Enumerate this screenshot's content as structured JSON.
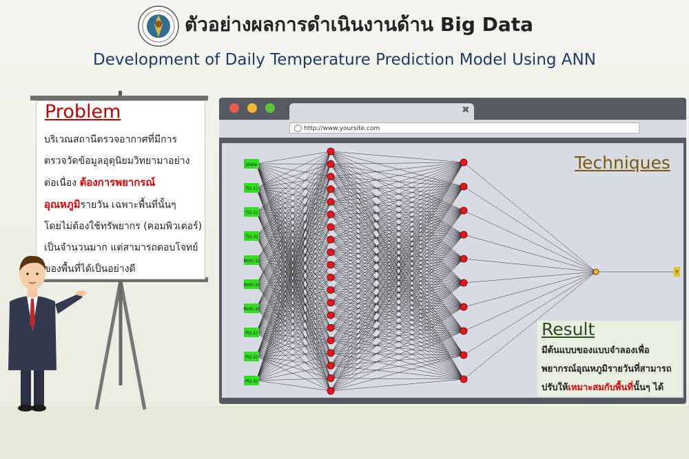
{
  "header": {
    "title_th": "ตัวอย่างผลการดำเนินงานด้าน Big Data",
    "title_en": "Development of Daily Temperature Prediction Model Using  ANN"
  },
  "problem": {
    "title": "Problem",
    "line1": "บริเวณสถานีตรวจอากาศที่มีการ",
    "line2": "ตรวจวัดข้อมูลอุตุนิยมวิทยามาอย่าง",
    "line3_a": "ต่อเนื่อง ",
    "line3_b": "ต้องการพยากรณ์",
    "line4_a": "อุณหภูมิ",
    "line4_b": "รายวัน เฉพาะพื้นที่นั้นๆ",
    "line5": "โดยไม่ต้องใช้ทรัพยากร (คอมพิวเตอร์)",
    "line6": "เป็นจำนวนมาก แต่สามารถตอบโจทย์",
    "line7": "ของพื้นที่ได้เป็นอย่างดี"
  },
  "browser": {
    "url": "http://www.yoursite.com",
    "tab_close": "✖",
    "dot_colors": [
      "#e55b4f",
      "#f2b731",
      "#5ec43a"
    ]
  },
  "diagram": {
    "techniques_label": "Techniques",
    "input_labels": [
      "Jdate",
      "T(t-1)",
      "T(t-2)",
      "T(t-3)",
      "RH(t-1)",
      "RH(t-2)",
      "RH(t-3)",
      "P(t-1)",
      "P(t-2)",
      "P(t-3)"
    ],
    "output_label": "T",
    "hidden1_count": 20,
    "hidden2_count": 10,
    "output_node_count": 1,
    "input_color": "#33dd22",
    "node_color": "#e8141e",
    "output_color": "#e8c11e"
  },
  "result": {
    "title": "Result",
    "line1": "มีต้นแบบของแบบจำลองเพื่อ",
    "line2": "พยากรณ์อุณหภูมิรายวันที่สามารถ",
    "line3_a": "ปรับให้",
    "line3_b": "เหมาะสมกับพื้นที่",
    "line3_c": "นั้นๆ ได้"
  }
}
